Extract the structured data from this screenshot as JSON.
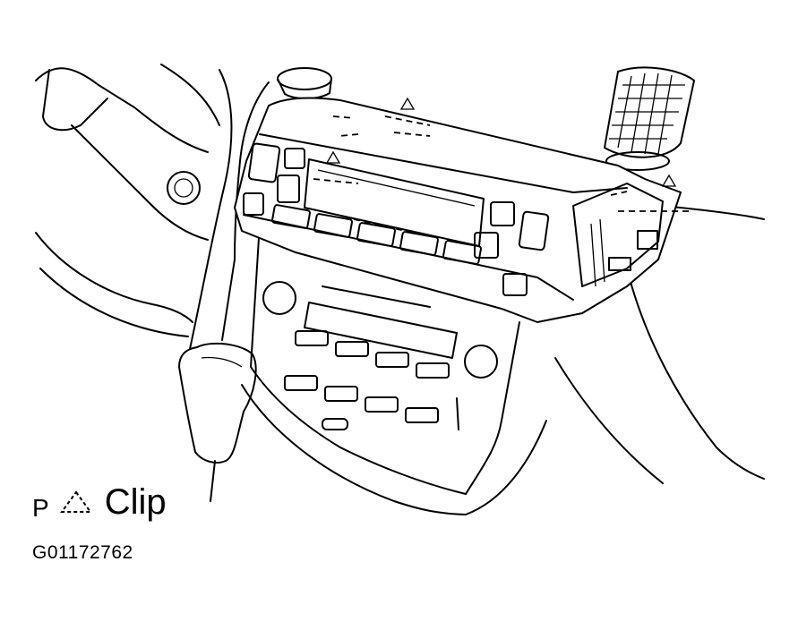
{
  "legend": {
    "letter": "P",
    "symbol": "triangle-dashed-icon",
    "label": "Clip"
  },
  "figure_id": "G01172762"
}
